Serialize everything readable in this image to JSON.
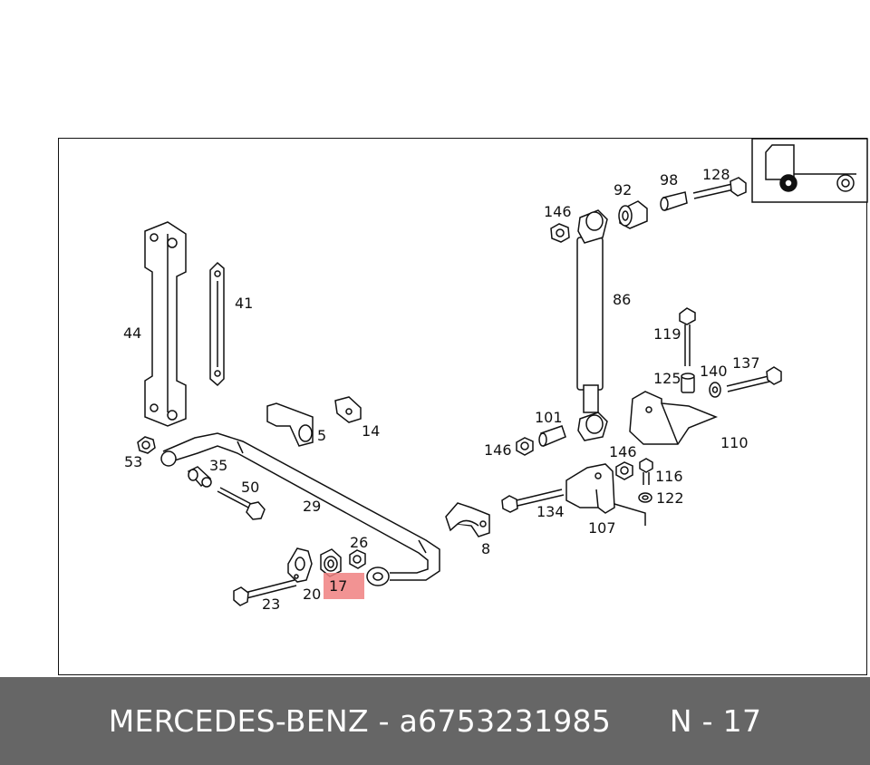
{
  "diagram": {
    "highlight_color": "#f08080",
    "highlighted_part": "17",
    "part_labels": {
      "p44": "44",
      "p41": "41",
      "p53": "53",
      "p35": "35",
      "p50": "50",
      "p29": "29",
      "p5": "5",
      "p14": "14",
      "p26": "26",
      "p17": "17",
      "p20": "20",
      "p23": "23",
      "p8": "8",
      "p146a": "146",
      "p92": "92",
      "p98": "98",
      "p128": "128",
      "p86": "86",
      "p119": "119",
      "p125": "125",
      "p140": "140",
      "p137": "137",
      "p101": "101",
      "p146b": "146",
      "p110": "110",
      "p146c": "146",
      "p116": "116",
      "p122": "122",
      "p134": "134",
      "p107": "107"
    }
  },
  "footer": {
    "brand": "MERCEDES-BENZ",
    "separator": " - ",
    "part_number": "a6753231985",
    "position_label": "N - 17"
  }
}
